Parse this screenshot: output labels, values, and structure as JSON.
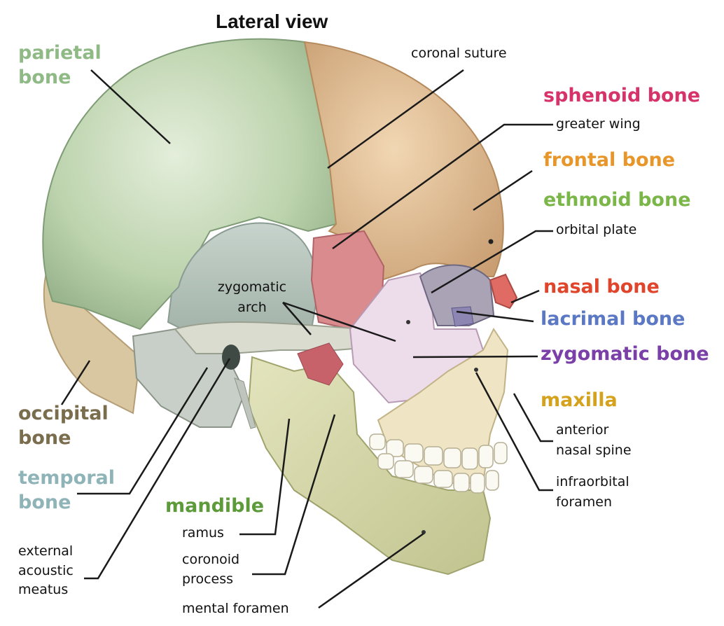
{
  "title": "Lateral view",
  "labels": {
    "parietal": [
      "parietal",
      "bone"
    ],
    "coronal_suture": "coronal suture",
    "sphenoid": "sphenoid bone",
    "greater_wing": "greater wing",
    "frontal": "frontal bone",
    "ethmoid": "ethmoid bone",
    "orbital_plate": "orbital plate",
    "zygomatic_arch": [
      "zygomatic",
      "arch"
    ],
    "nasal": "nasal bone",
    "lacrimal": "lacrimal bone",
    "zygomatic_bone": "zygomatic bone",
    "maxilla": "maxilla",
    "anterior_nasal_spine": [
      "anterior",
      "nasal spine"
    ],
    "infraorbital_foramen": [
      "infraorbital",
      "foramen"
    ],
    "occipital": [
      "occipital",
      "bone"
    ],
    "temporal": [
      "temporal",
      "bone"
    ],
    "mandible": "mandible",
    "ramus": "ramus",
    "coronoid_process": [
      "coronoid",
      "process"
    ],
    "mental_foramen": "mental foramen",
    "external_acoustic_meatus": [
      "external",
      "acoustic",
      "meatus"
    ]
  },
  "colors": {
    "parietal": "#8fba86",
    "sphenoid": "#d6336a",
    "frontal": "#e8962a",
    "ethmoid": "#7ab648",
    "nasal": "#e0442a",
    "lacrimal": "#5b78c4",
    "zygomatic": "#7b3fa8",
    "maxilla": "#d4a21c",
    "occipital": "#7a6d4e",
    "temporal": "#8fb4b8",
    "mandible": "#5c9a3a"
  }
}
